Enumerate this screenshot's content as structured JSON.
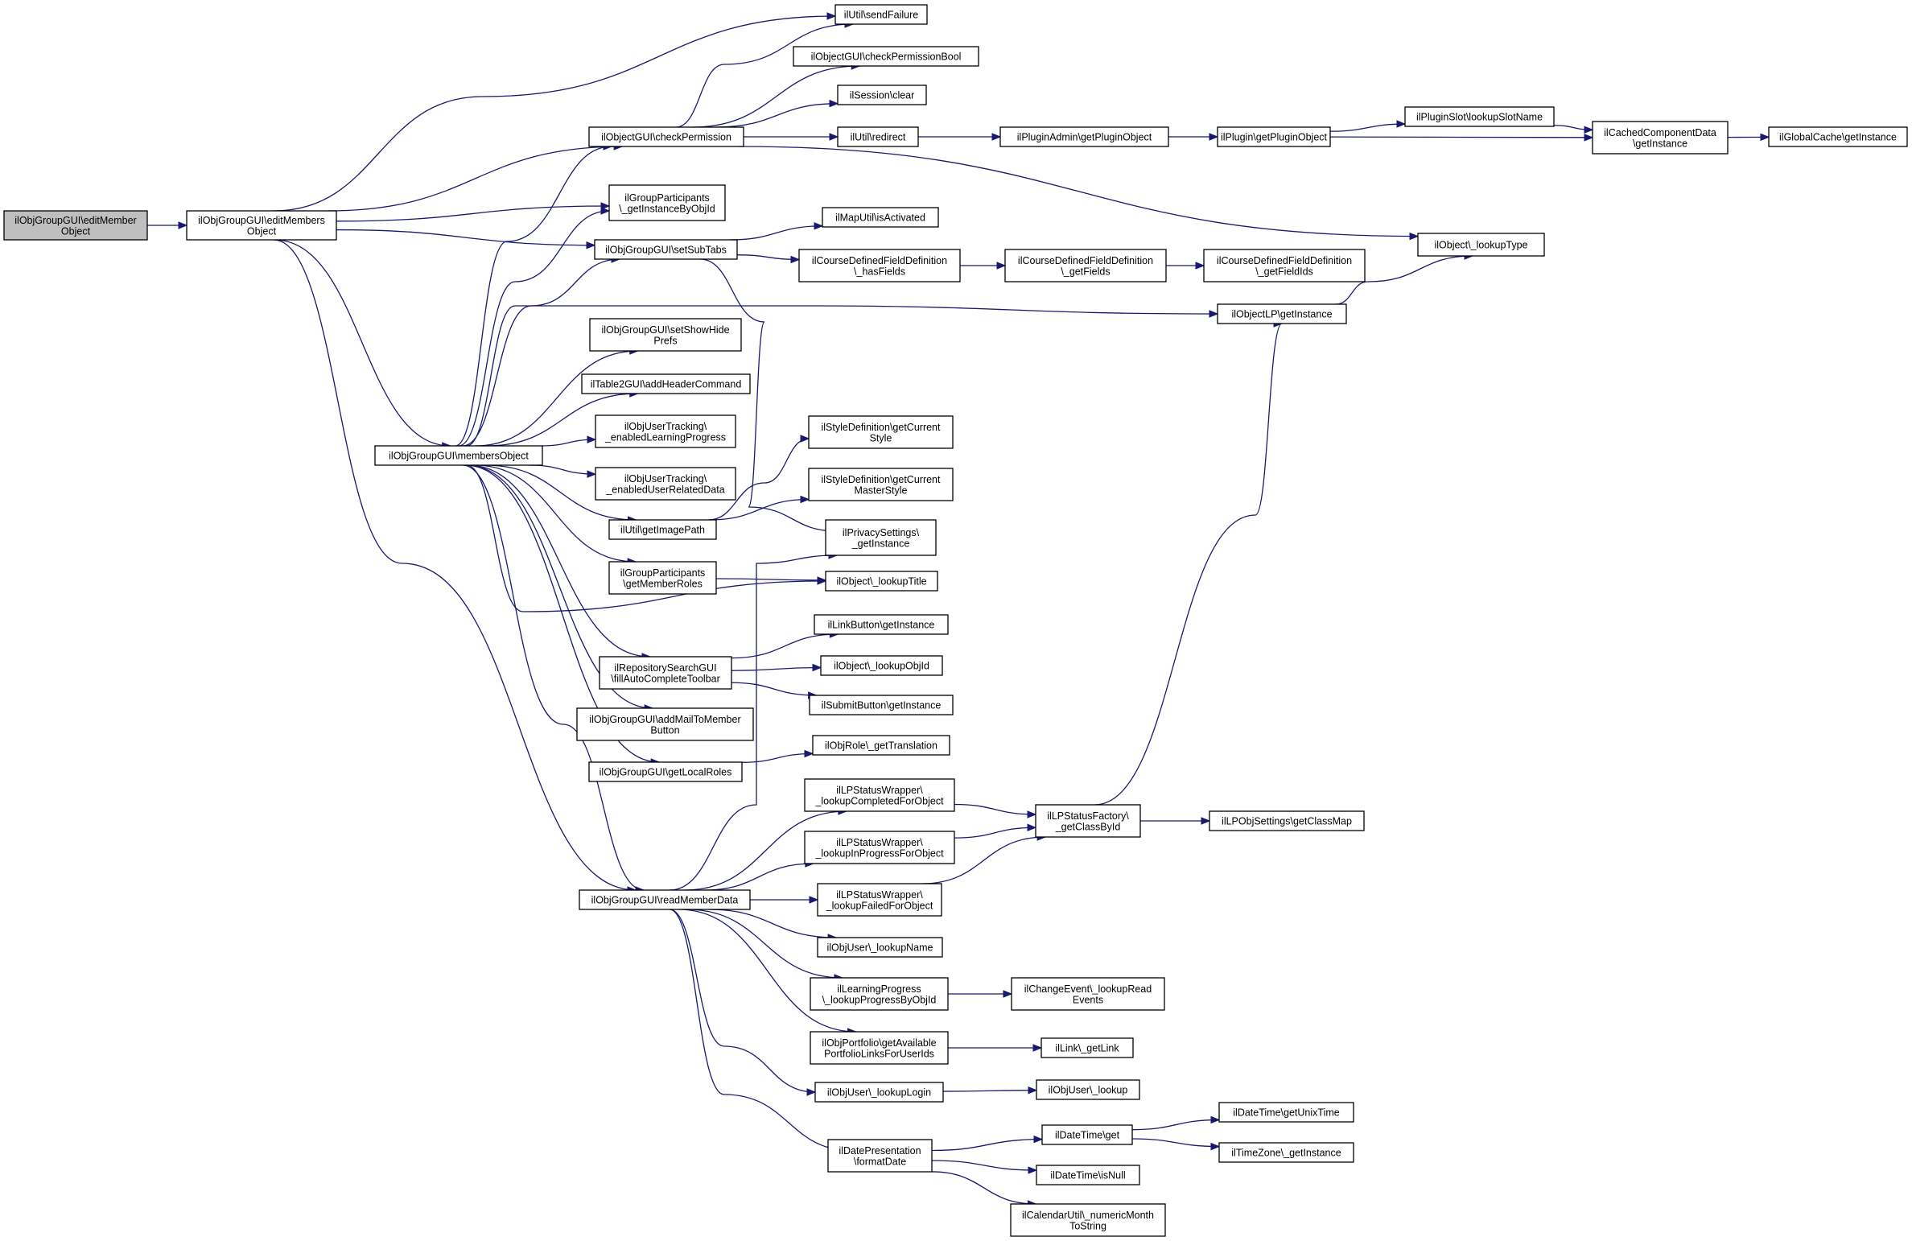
{
  "diagram": {
    "root": "n0",
    "nodes": [
      {
        "id": "n0",
        "lines": [
          "ilObjGroupGUI\\editMember",
          "Object"
        ]
      },
      {
        "id": "n1",
        "lines": [
          "ilObjGroupGUI\\editMembers",
          "Object"
        ]
      },
      {
        "id": "n2",
        "lines": [
          "ilObjectGUI\\checkPermission"
        ]
      },
      {
        "id": "n3",
        "lines": [
          "ilGroupParticipants",
          "\\_getInstanceByObjId"
        ]
      },
      {
        "id": "n4",
        "lines": [
          "ilObjGroupGUI\\setSubTabs"
        ]
      },
      {
        "id": "n5",
        "lines": [
          "ilObjGroupGUI\\membersObject"
        ]
      },
      {
        "id": "n6",
        "lines": [
          "ilObjGroupGUI\\readMemberData"
        ]
      },
      {
        "id": "n7",
        "lines": [
          "ilUtil\\sendFailure"
        ]
      },
      {
        "id": "n8",
        "lines": [
          "ilObjectGUI\\checkPermissionBool"
        ]
      },
      {
        "id": "n9",
        "lines": [
          "ilSession\\clear"
        ]
      },
      {
        "id": "n10",
        "lines": [
          "ilUtil\\redirect"
        ]
      },
      {
        "id": "n11",
        "lines": [
          "ilObject\\_lookupType"
        ]
      },
      {
        "id": "n12",
        "lines": [
          "ilPluginAdmin\\getPluginObject"
        ]
      },
      {
        "id": "n13",
        "lines": [
          "ilPlugin\\getPluginObject"
        ]
      },
      {
        "id": "n14",
        "lines": [
          "ilPluginSlot\\lookupSlotName"
        ]
      },
      {
        "id": "n15",
        "lines": [
          "ilCachedComponentData",
          "\\getInstance"
        ]
      },
      {
        "id": "n16",
        "lines": [
          "ilGlobalCache\\getInstance"
        ]
      },
      {
        "id": "n17",
        "lines": [
          "ilMapUtil\\isActivated"
        ]
      },
      {
        "id": "n18",
        "lines": [
          "ilCourseDefinedFieldDefinition",
          "\\_hasFields"
        ]
      },
      {
        "id": "n19",
        "lines": [
          "ilCourseDefinedFieldDefinition",
          "\\_getFields"
        ]
      },
      {
        "id": "n20",
        "lines": [
          "ilCourseDefinedFieldDefinition",
          "\\_getFieldIds"
        ]
      },
      {
        "id": "n21",
        "lines": [
          "ilPrivacySettings\\",
          "_getInstance"
        ]
      },
      {
        "id": "n22",
        "lines": [
          "ilObjectLP\\getInstance"
        ]
      },
      {
        "id": "n23",
        "lines": [
          "ilObjGroupGUI\\setShowHide",
          "Prefs"
        ]
      },
      {
        "id": "n24",
        "lines": [
          "ilTable2GUI\\addHeaderCommand"
        ]
      },
      {
        "id": "n25",
        "lines": [
          "ilObjUserTracking\\",
          "_enabledLearningProgress"
        ]
      },
      {
        "id": "n26",
        "lines": [
          "ilObjUserTracking\\",
          "_enabledUserRelatedData"
        ]
      },
      {
        "id": "n27",
        "lines": [
          "ilUtil\\getImagePath"
        ]
      },
      {
        "id": "n28",
        "lines": [
          "ilGroupParticipants",
          "\\getMemberRoles"
        ]
      },
      {
        "id": "n29",
        "lines": [
          "ilObject\\_lookupTitle"
        ]
      },
      {
        "id": "n30",
        "lines": [
          "ilRepositorySearchGUI",
          "\\fillAutoCompleteToolbar"
        ]
      },
      {
        "id": "n31",
        "lines": [
          "ilObjGroupGUI\\addMailToMember",
          "Button"
        ]
      },
      {
        "id": "n32",
        "lines": [
          "ilObjGroupGUI\\getLocalRoles"
        ]
      },
      {
        "id": "n33",
        "lines": [
          "ilStyleDefinition\\getCurrent",
          "Style"
        ]
      },
      {
        "id": "n34",
        "lines": [
          "ilStyleDefinition\\getCurrent",
          "MasterStyle"
        ]
      },
      {
        "id": "n35",
        "lines": [
          "ilLinkButton\\getInstance"
        ]
      },
      {
        "id": "n36",
        "lines": [
          "ilObject\\_lookupObjId"
        ]
      },
      {
        "id": "n37",
        "lines": [
          "ilSubmitButton\\getInstance"
        ]
      },
      {
        "id": "n38",
        "lines": [
          "ilObjRole\\_getTranslation"
        ]
      },
      {
        "id": "n39",
        "lines": [
          "ilLPStatusWrapper\\",
          "_lookupCompletedForObject"
        ]
      },
      {
        "id": "n40",
        "lines": [
          "ilLPStatusWrapper\\",
          "_lookupInProgressForObject"
        ]
      },
      {
        "id": "n41",
        "lines": [
          "ilLPStatusWrapper\\",
          "_lookupFailedForObject"
        ]
      },
      {
        "id": "n42",
        "lines": [
          "ilObjUser\\_lookupName"
        ]
      },
      {
        "id": "n43",
        "lines": [
          "ilLearningProgress",
          "\\_lookupProgressByObjId"
        ]
      },
      {
        "id": "n44",
        "lines": [
          "ilObjPortfolio\\getAvailable",
          "PortfolioLinksForUserIds"
        ]
      },
      {
        "id": "n45",
        "lines": [
          "ilObjUser\\_lookupLogin"
        ]
      },
      {
        "id": "n46",
        "lines": [
          "ilDatePresentation",
          "\\formatDate"
        ]
      },
      {
        "id": "n47",
        "lines": [
          "ilLPStatusFactory\\",
          "_getClassById"
        ]
      },
      {
        "id": "n48",
        "lines": [
          "ilLPObjSettings\\getClassMap"
        ]
      },
      {
        "id": "n49",
        "lines": [
          "ilChangeEvent\\_lookupRead",
          "Events"
        ]
      },
      {
        "id": "n50",
        "lines": [
          "ilLink\\_getLink"
        ]
      },
      {
        "id": "n51",
        "lines": [
          "ilObjUser\\_lookup"
        ]
      },
      {
        "id": "n52",
        "lines": [
          "ilDateTime\\get"
        ]
      },
      {
        "id": "n53",
        "lines": [
          "ilDateTime\\isNull"
        ]
      },
      {
        "id": "n54",
        "lines": [
          "ilCalendarUtil\\_numericMonth",
          "ToString"
        ]
      },
      {
        "id": "n55",
        "lines": [
          "ilDateTime\\getUnixTime"
        ]
      },
      {
        "id": "n56",
        "lines": [
          "ilTimeZone\\_getInstance"
        ]
      }
    ],
    "edges": [
      [
        "n0",
        "n1"
      ],
      [
        "n1",
        "n7"
      ],
      [
        "n1",
        "n2"
      ],
      [
        "n1",
        "n3"
      ],
      [
        "n1",
        "n4"
      ],
      [
        "n1",
        "n5"
      ],
      [
        "n1",
        "n6"
      ],
      [
        "n2",
        "n7"
      ],
      [
        "n2",
        "n8"
      ],
      [
        "n2",
        "n9"
      ],
      [
        "n2",
        "n10"
      ],
      [
        "n2",
        "n11"
      ],
      [
        "n10",
        "n12"
      ],
      [
        "n12",
        "n13"
      ],
      [
        "n13",
        "n14"
      ],
      [
        "n13",
        "n15"
      ],
      [
        "n14",
        "n15"
      ],
      [
        "n15",
        "n16"
      ],
      [
        "n4",
        "n17"
      ],
      [
        "n4",
        "n18"
      ],
      [
        "n4",
        "n21"
      ],
      [
        "n18",
        "n19"
      ],
      [
        "n19",
        "n20"
      ],
      [
        "n5",
        "n2"
      ],
      [
        "n5",
        "n3"
      ],
      [
        "n5",
        "n4"
      ],
      [
        "n5",
        "n22"
      ],
      [
        "n5",
        "n23"
      ],
      [
        "n5",
        "n24"
      ],
      [
        "n5",
        "n25"
      ],
      [
        "n5",
        "n26"
      ],
      [
        "n5",
        "n27"
      ],
      [
        "n5",
        "n28"
      ],
      [
        "n5",
        "n29"
      ],
      [
        "n5",
        "n30"
      ],
      [
        "n5",
        "n31"
      ],
      [
        "n5",
        "n32"
      ],
      [
        "n5",
        "n6"
      ],
      [
        "n22",
        "n11"
      ],
      [
        "n27",
        "n33"
      ],
      [
        "n27",
        "n34"
      ],
      [
        "n28",
        "n29"
      ],
      [
        "n30",
        "n35"
      ],
      [
        "n30",
        "n36"
      ],
      [
        "n30",
        "n37"
      ],
      [
        "n32",
        "n38"
      ],
      [
        "n6",
        "n21"
      ],
      [
        "n6",
        "n39"
      ],
      [
        "n6",
        "n40"
      ],
      [
        "n6",
        "n41"
      ],
      [
        "n6",
        "n42"
      ],
      [
        "n6",
        "n43"
      ],
      [
        "n6",
        "n44"
      ],
      [
        "n6",
        "n45"
      ],
      [
        "n6",
        "n46"
      ],
      [
        "n39",
        "n47"
      ],
      [
        "n40",
        "n47"
      ],
      [
        "n41",
        "n47"
      ],
      [
        "n47",
        "n22"
      ],
      [
        "n47",
        "n48"
      ],
      [
        "n43",
        "n49"
      ],
      [
        "n44",
        "n50"
      ],
      [
        "n45",
        "n51"
      ],
      [
        "n46",
        "n52"
      ],
      [
        "n46",
        "n53"
      ],
      [
        "n46",
        "n54"
      ],
      [
        "n52",
        "n55"
      ],
      [
        "n52",
        "n56"
      ]
    ]
  }
}
